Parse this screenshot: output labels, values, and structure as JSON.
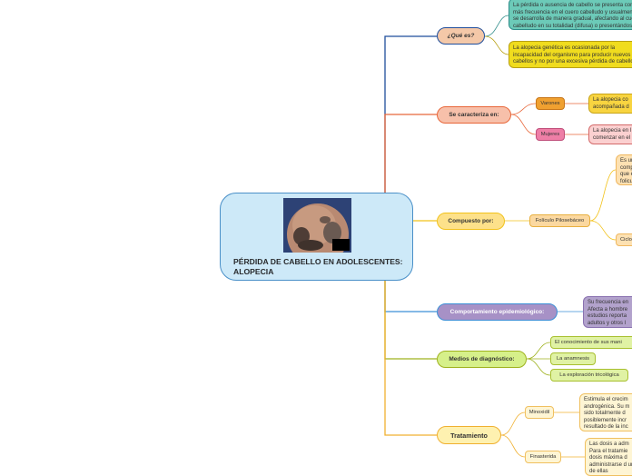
{
  "central": {
    "title": "PÉRDIDA DE CABELLO EN ADOLESCENTES: ALOPECIA"
  },
  "branches": {
    "que_es": {
      "label": "¿Qué es?",
      "details": [
        "La pérdida o ausencia de cabello se presenta con más frecuencia en el cuero cabelludo y usualmente se desarrolla de manera gradual, afectando al cuero cabelludo en su totalidad (difusa) o presentándose en parches",
        "La alopecia genética es ocasionada por la incapacidad del organismo para producir nuevos cabellos y no por una excesiva pérdida de cabello."
      ]
    },
    "caracteriza": {
      "label": "Se caracteriza en:",
      "varones": "Varones",
      "varones_detail": "La alopecia co acompañada d",
      "mujeres": "Mujeres",
      "mujeres_detail": "La alopecia en l comenzar en el"
    },
    "compuesto": {
      "label": "Compuesto por:",
      "foliculo": "Folículo Pilosebáceo",
      "foliculo_detail": "Es un comp que e folicu",
      "ciclo": "Ciclo"
    },
    "comportamiento": {
      "label": "Comportamiento epidemiológico:",
      "detail": "Su frecuencia en Afecta a hombre estudios reporta adultos y otros l"
    },
    "diagnostico": {
      "label": "Medios de diagnóstico:",
      "items": [
        "El conocimiento de sus mani",
        "La anamnesis",
        "La exploración tricológica"
      ]
    },
    "tratamiento": {
      "label": "Tratamiento",
      "minoxidil": "Minoxidil",
      "minoxidil_detail": "Estimula el crecim androgénica. Su m sido totalmente d posiblemente incr resultado de la inc",
      "finasterida": "Finasterida",
      "finasterida_detail": "Las dosis a adm Para el tratamie dosis máxima d administrarse d una de ellas"
    }
  },
  "colors": {
    "trunk_blue": "#1f4e9c",
    "orange": "#e8673a",
    "yellow": "#f2c21b",
    "blue": "#3c8fd6",
    "olive": "#9fb21e",
    "gold": "#f0b030",
    "teal": "#5dbfae",
    "purple": "#9f87be",
    "light_green": "#d6f08a"
  }
}
